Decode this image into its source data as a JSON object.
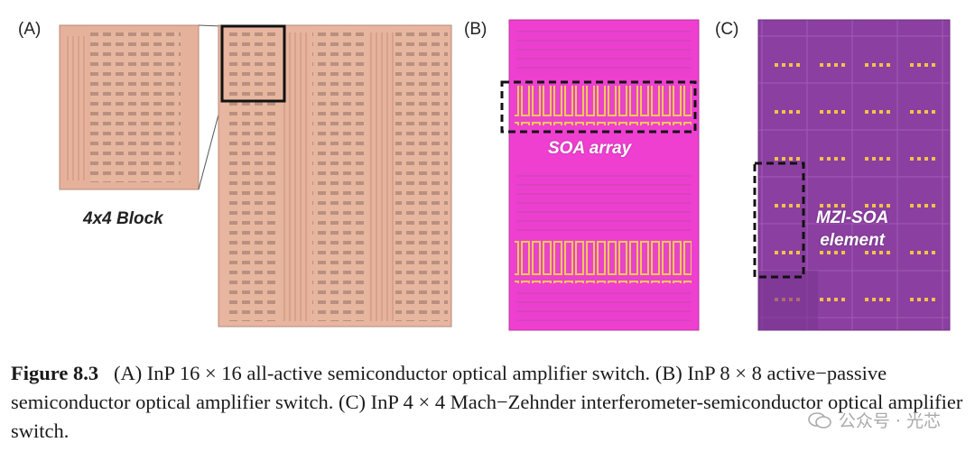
{
  "panels": {
    "a": {
      "label": "(A)",
      "block_label": "4x4 Block"
    },
    "b": {
      "label": "(B)",
      "tag": "SOA array"
    },
    "c": {
      "label": "(C)",
      "tag_line1": "MZI-SOA",
      "tag_line2": "element"
    }
  },
  "caption": {
    "figure": "Figure 8.3",
    "text": "(A) InP 16 × 16 all-active semiconductor optical amplifier switch. (B) InP 8 × 8 active−passive semiconductor optical amplifier switch. (C) InP 4 × 4 Mach−Zehnder interferometer-semiconductor optical amplifier switch."
  },
  "watermark": {
    "text": "公众号 · 光芯"
  },
  "colors": {
    "chip_a": "#e8b39a",
    "chip_b": "#ee3fd0",
    "chip_c": "#8a3f9e",
    "gold": "#f2c14a"
  }
}
